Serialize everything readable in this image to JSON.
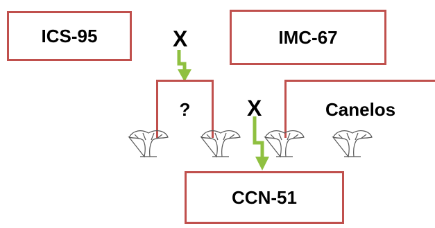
{
  "nodes": {
    "ics95": "ICS-95",
    "imc67": "IMC-67",
    "unknown": "?",
    "canelos": "Canelos",
    "ccn51": "CCN-51"
  },
  "crosses": [
    "X",
    "X"
  ],
  "colors": {
    "box_border": "#c0504d",
    "arrow": "#8fc040",
    "line": "#c0504d"
  },
  "icons": [
    "tree-icon",
    "tree-icon",
    "tree-icon",
    "tree-icon"
  ]
}
